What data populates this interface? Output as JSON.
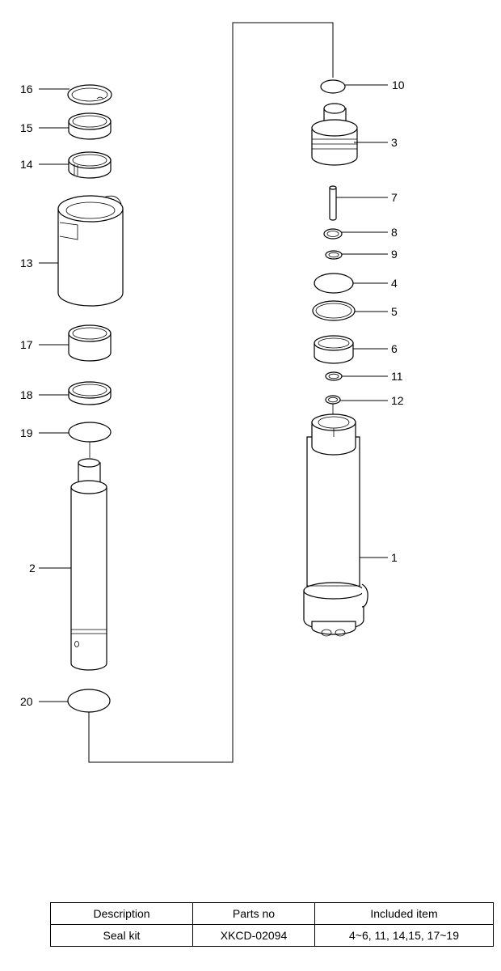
{
  "callouts": {
    "c1": "1",
    "c2": "2",
    "c3": "3",
    "c4": "4",
    "c5": "5",
    "c6": "6",
    "c7": "7",
    "c8": "8",
    "c9": "9",
    "c10": "10",
    "c11": "11",
    "c12": "12",
    "c13": "13",
    "c14": "14",
    "c15": "15",
    "c16": "16",
    "c17": "17",
    "c18": "18",
    "c19": "19",
    "c20": "20"
  },
  "table": {
    "headers": [
      "Description",
      "Parts no",
      "Included item"
    ],
    "rows": [
      [
        "Seal kit",
        "XKCD-02094",
        "4~6, 11, 14,15, 17~19"
      ]
    ]
  }
}
